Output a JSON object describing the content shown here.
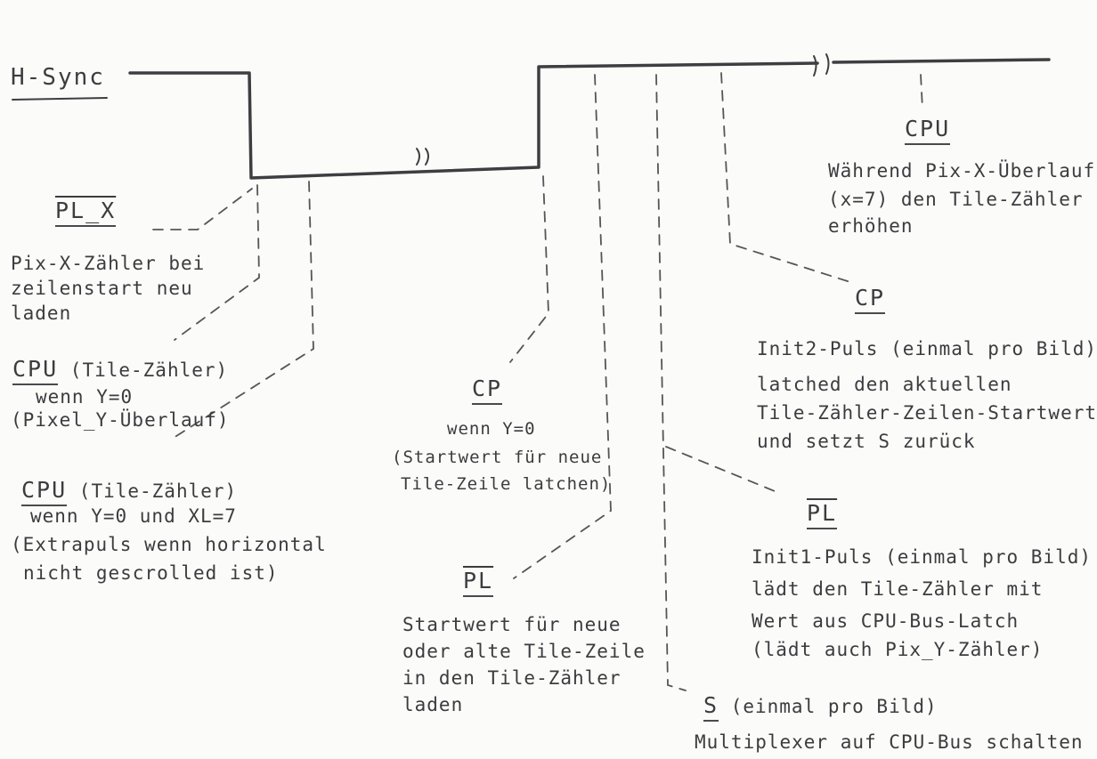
{
  "signal": "H-Sync",
  "notes": [
    {
      "id": "pl-x",
      "label": "PL_X",
      "label_overline": true,
      "lines": [
        "Pix-X-Zähler bei",
        "zeilenstart neu",
        "laden"
      ]
    },
    {
      "id": "cpu-1",
      "label": "CPU",
      "label_suffix": " (Tile-Zähler)",
      "lines": [
        "wenn Y=0",
        "(Pixel_Y-Überlauf)"
      ]
    },
    {
      "id": "cpu-2",
      "label": "CPU",
      "label_suffix": " (Tile-Zähler)",
      "lines": [
        "wenn Y=0 und XL=7",
        "(Extrapuls wenn horizontal",
        "nicht gescrolled ist)"
      ]
    },
    {
      "id": "cp-mid",
      "label": "CP",
      "lines": [
        "wenn Y=0",
        "(Startwert für neue",
        "Tile-Zeile latchen)"
      ]
    },
    {
      "id": "pl-mid",
      "label": "PL",
      "label_overline": true,
      "lines": [
        "Startwert für neue",
        "oder alte Tile-Zeile",
        "in den Tile-Zähler",
        "laden"
      ]
    },
    {
      "id": "cpu-top",
      "label": "CPU",
      "lines": [
        "Während Pix-X-Überlauf",
        "(x=7) den Tile-Zähler",
        "erhöhen"
      ]
    },
    {
      "id": "cp-right",
      "label": "CP",
      "lines": [
        "Init2-Puls (einmal pro Bild)",
        "latched den aktuellen",
        "Tile-Zähler-Zeilen-Startwert",
        "und setzt S zurück"
      ]
    },
    {
      "id": "pl-right",
      "label": "PL",
      "label_overline": true,
      "lines": [
        "Init1-Puls (einmal pro Bild)",
        "lädt den Tile-Zähler mit",
        "Wert aus CPU-Bus-Latch",
        "(lädt auch Pix_Y-Zähler)"
      ]
    },
    {
      "id": "s",
      "label": "S",
      "label_suffix": " (einmal pro Bild)",
      "lines": [
        "Multiplexer auf CPU-Bus schalten"
      ]
    }
  ]
}
